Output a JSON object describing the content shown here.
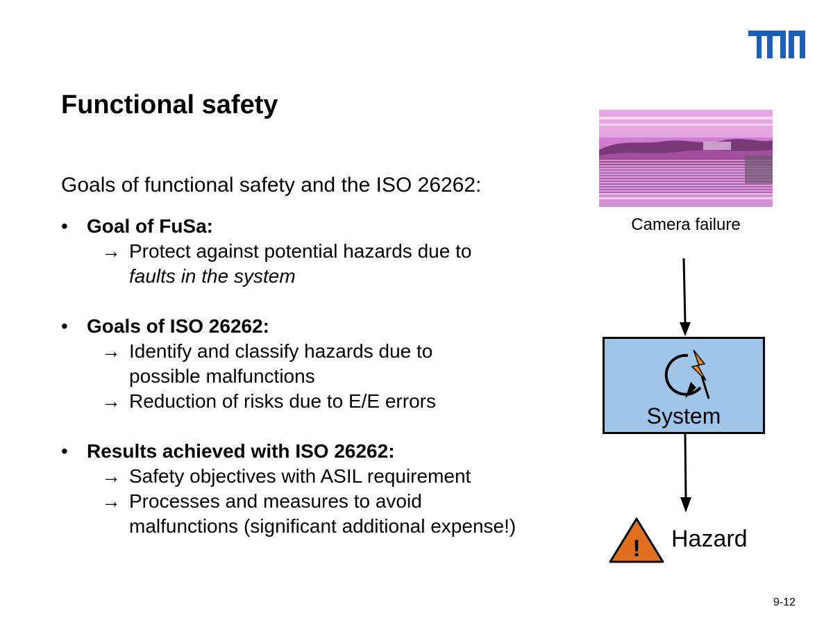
{
  "slide": {
    "title": "Functional safety",
    "intro": "Goals of functional safety and the ISO 26262:",
    "bullets": [
      {
        "heading": "Goal of FuSa:",
        "items": [
          [
            "Protect against potential hazards due to",
            "faults in the system"
          ]
        ]
      },
      {
        "heading": "Goals of ISO 26262:",
        "items": [
          [
            "Identify and classify hazards due to",
            "possible malfunctions"
          ],
          [
            "Reduction of risks due to E/E errors"
          ]
        ]
      },
      {
        "heading": "Results achieved with ISO 26262:",
        "items": [
          [
            "Safety objectives with ASIL requirement"
          ],
          [
            "Processes and measures to avoid",
            "malfunctions (significant additional expense!)"
          ]
        ]
      }
    ],
    "page_number": "9-12"
  },
  "diagram": {
    "camera_caption": "Camera failure",
    "system_label": "System",
    "hazard_label": "Hazard",
    "warning_symbol": "!"
  },
  "icons": {
    "logo": "tum-logo",
    "arrow_glyph": "→",
    "bullet_glyph": "•",
    "system": "fault-cycle-icon",
    "warning": "warning-triangle-icon"
  },
  "colors": {
    "logo": "#1d5fb0",
    "system_box": "#9fc5e8",
    "warning": "#e07020",
    "lightning": "#f08a24",
    "camera_tint": "#c862c8"
  }
}
